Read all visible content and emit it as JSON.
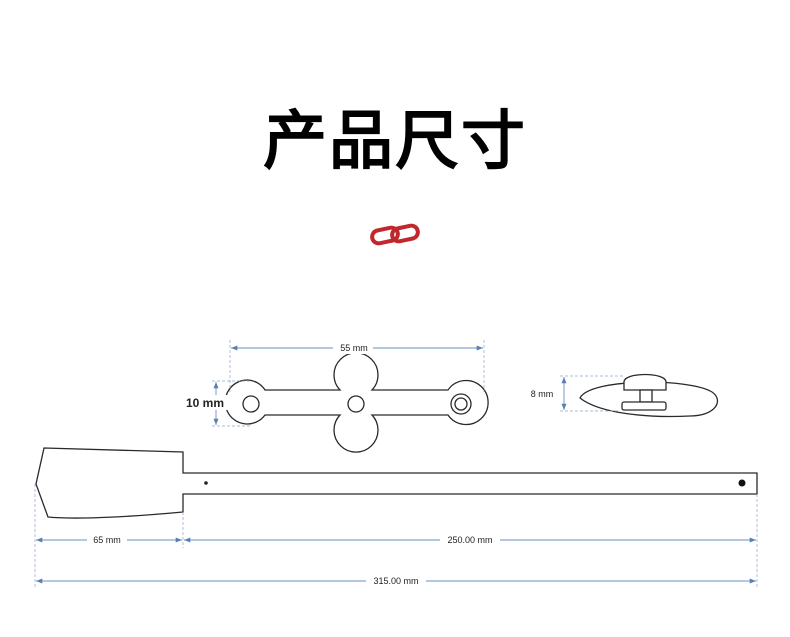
{
  "title": "产品尺寸",
  "icons": {
    "chain": "chain-link-icon"
  },
  "colors": {
    "chain": "#c0282d",
    "dimension": "#6a8fc0",
    "outline": "#2a2a2a"
  },
  "dimensions": {
    "strip_length": "55 mm",
    "strip_height": "10 mm",
    "clip_height": "8 mm",
    "head_width": "65 mm",
    "tail_length": "250.00 mm",
    "total_length": "315.00 mm"
  }
}
